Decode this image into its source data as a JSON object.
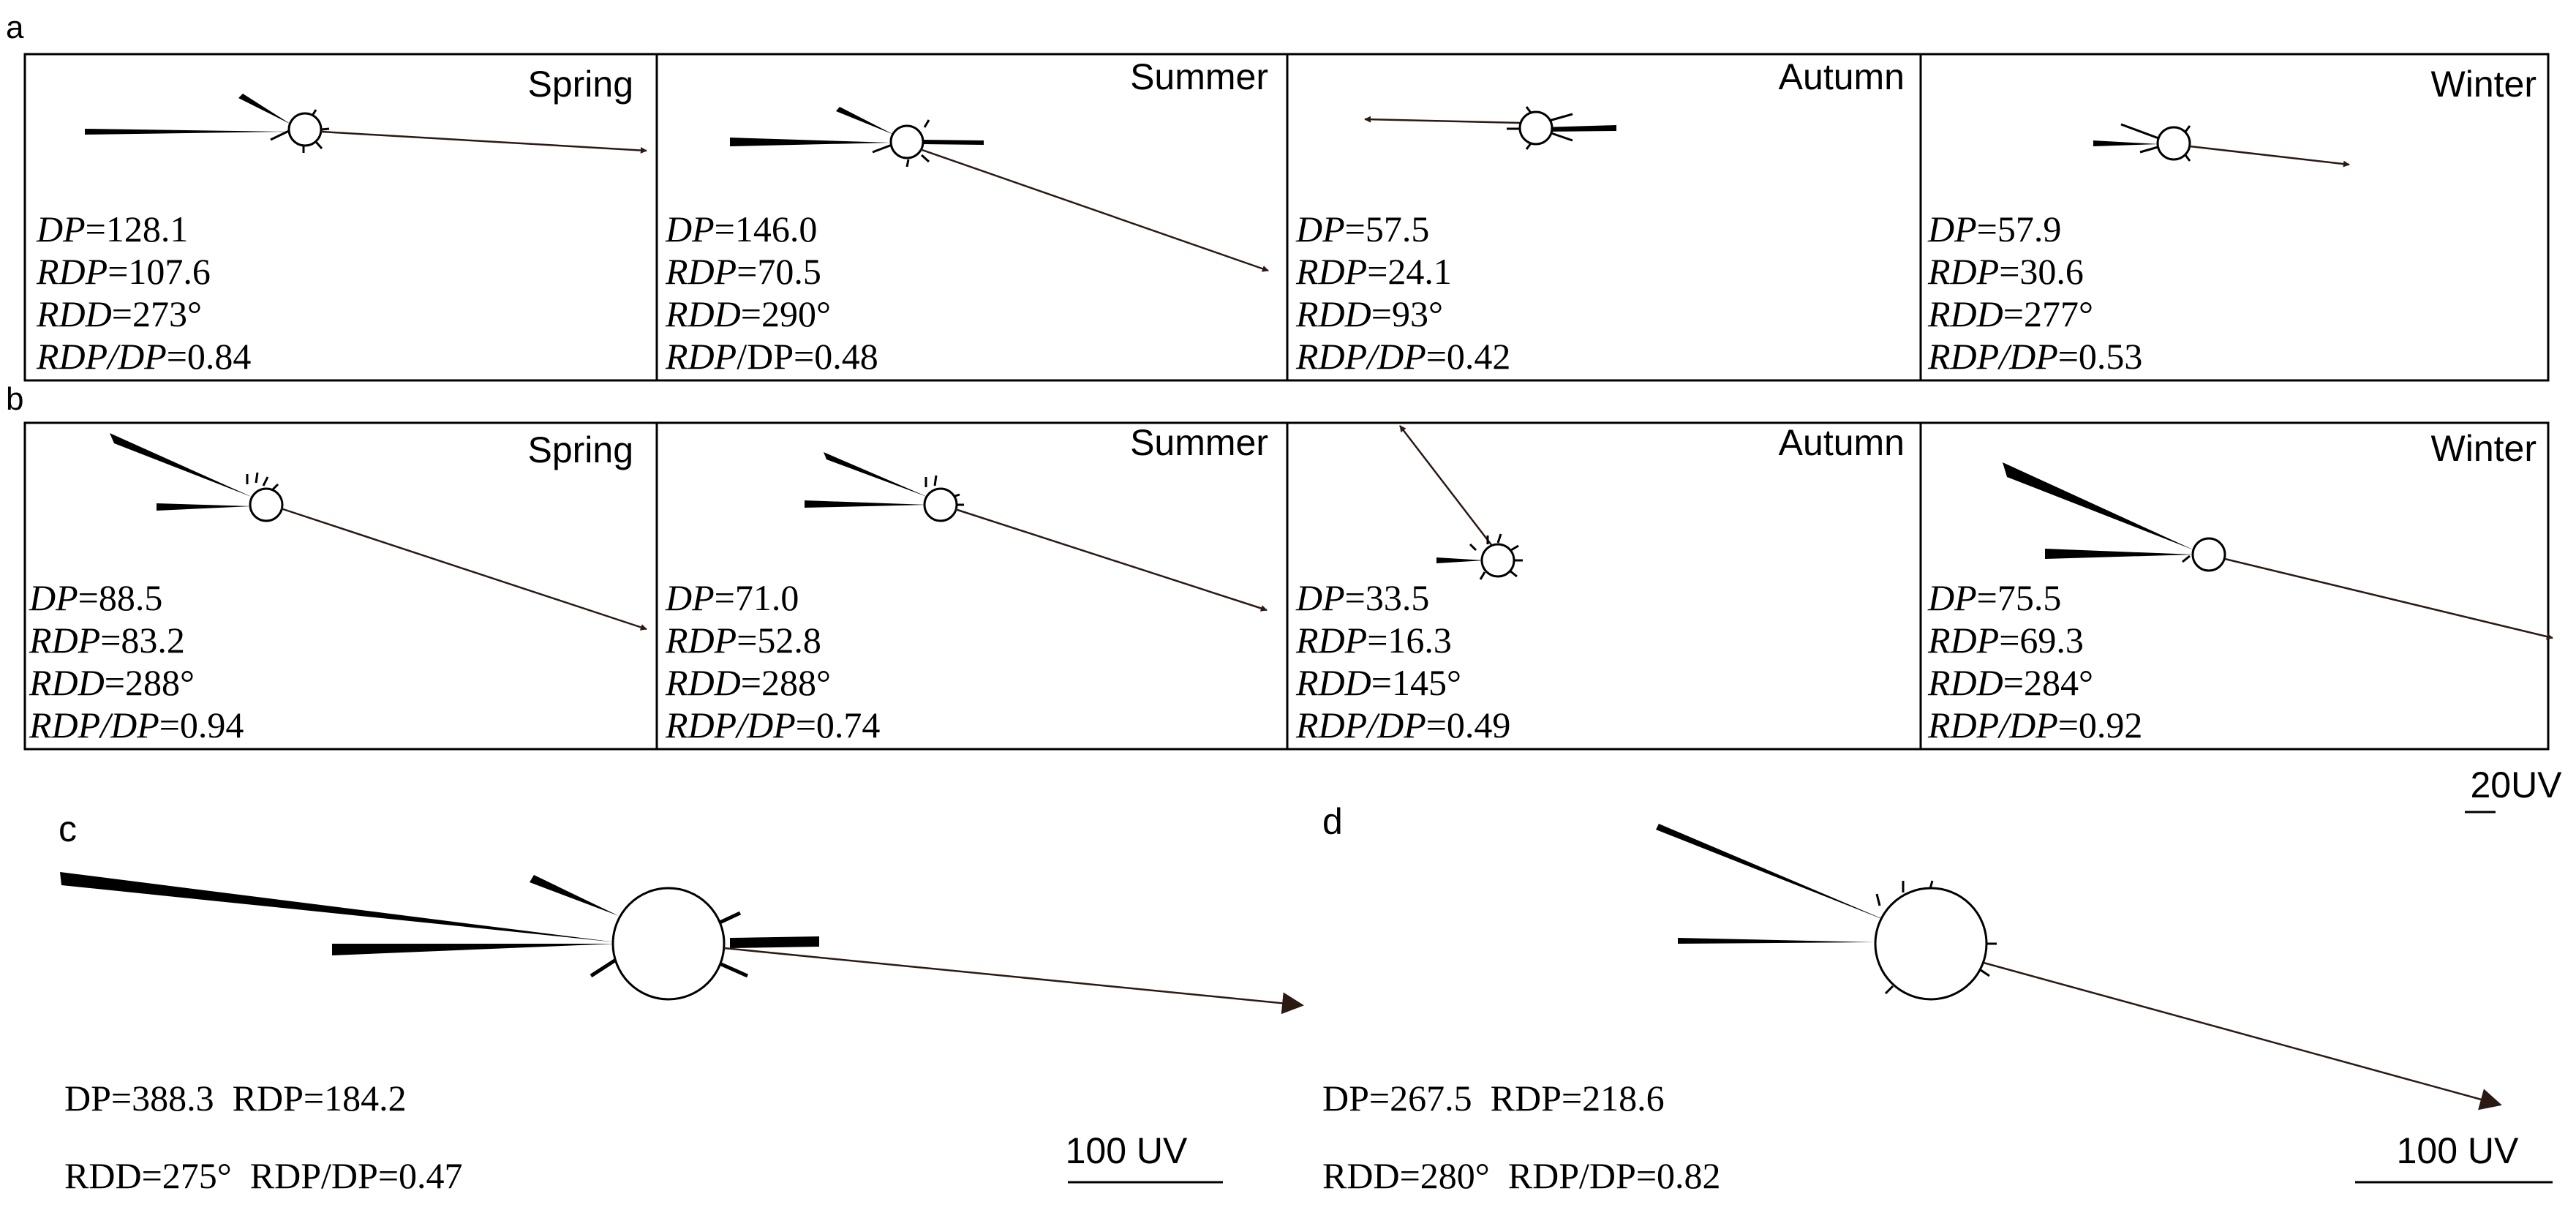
{
  "colors": {
    "ink": "#000000",
    "arrow": "#2b1a14",
    "background": "#ffffff"
  },
  "rows": [
    {
      "id": "a",
      "label": "a",
      "panels": [
        {
          "season": "Spring",
          "lines": [
            {
              "k": "DP",
              "v": "=128.1",
              "italic": "DP",
              "plain": ""
            },
            {
              "k": "RDP",
              "v": "=107.6",
              "italic": "RDP",
              "plain": ""
            },
            {
              "k": "RDD",
              "v": "=273°",
              "italic": "RDD",
              "plain": ""
            },
            {
              "k": "RDP/DP",
              "v": "=0.84",
              "italic": "RDP/DP",
              "plain": ""
            }
          ],
          "rdd": 273
        },
        {
          "season": "Summer",
          "lines": [
            {
              "k": "DP",
              "v": "=146.0",
              "italic": "DP",
              "plain": ""
            },
            {
              "k": "RDP",
              "v": "=70.5",
              "italic": "RDP",
              "plain": ""
            },
            {
              "k": "RDD",
              "v": "=290°",
              "italic": "RDD",
              "plain": ""
            },
            {
              "k": "RDP/DP",
              "v": "=0.48",
              "italic": "RDP",
              "plain": "/DP"
            }
          ],
          "rdd": 290
        },
        {
          "season": "Autumn",
          "lines": [
            {
              "k": "DP",
              "v": "=57.5",
              "italic": "DP",
              "plain": ""
            },
            {
              "k": "RDP",
              "v": "=24.1",
              "italic": "RDP",
              "plain": ""
            },
            {
              "k": "RDD",
              "v": "=93°",
              "italic": "RDD",
              "plain": ""
            },
            {
              "k": "RDP/DP",
              "v": "=0.42",
              "italic": "RDP/DP",
              "plain": ""
            }
          ],
          "rdd": 93
        },
        {
          "season": "Winter",
          "lines": [
            {
              "k": "DP",
              "v": "=57.9",
              "italic": "DP",
              "plain": ""
            },
            {
              "k": "RDP",
              "v": "=30.6",
              "italic": "RDP",
              "plain": ""
            },
            {
              "k": "RDD",
              "v": "=277°",
              "italic": "RDD",
              "plain": ""
            },
            {
              "k": "RDP/DP",
              "v": "=0.53",
              "italic": "RDP/DP",
              "plain": ""
            }
          ],
          "rdd": 277
        }
      ]
    },
    {
      "id": "b",
      "label": "b",
      "panels": [
        {
          "season": "Spring",
          "lines": [
            {
              "k": "DP",
              "v": "=88.5",
              "italic": "DP",
              "plain": ""
            },
            {
              "k": "RDP",
              "v": "=83.2",
              "italic": "RDP",
              "plain": ""
            },
            {
              "k": "RDD",
              "v": "=288°",
              "italic": "RDD",
              "plain": ""
            },
            {
              "k": "RDP/DP",
              "v": "=0.94",
              "italic": "RDP/DP",
              "plain": ""
            }
          ],
          "rdd": 288
        },
        {
          "season": "Summer",
          "lines": [
            {
              "k": "DP",
              "v": "=71.0",
              "italic": "DP",
              "plain": ""
            },
            {
              "k": "RDP",
              "v": "=52.8",
              "italic": "RDP",
              "plain": ""
            },
            {
              "k": "RDD",
              "v": "=288°",
              "italic": "RDD",
              "plain": ""
            },
            {
              "k": "RDP/DP",
              "v": "=0.74",
              "italic": "RDP/DP",
              "plain": ""
            }
          ],
          "rdd": 288
        },
        {
          "season": "Autumn",
          "lines": [
            {
              "k": "DP",
              "v": "=33.5",
              "italic": "DP",
              "plain": ""
            },
            {
              "k": "RDP",
              "v": "=16.3",
              "italic": "RDP",
              "plain": ""
            },
            {
              "k": "RDD",
              "v": "=145°",
              "italic": "RDD",
              "plain": ""
            },
            {
              "k": "RDP/DP",
              "v": "=0.49",
              "italic": "RDP/DP",
              "plain": ""
            }
          ],
          "rdd": 145
        },
        {
          "season": "Winter",
          "lines": [
            {
              "k": "DP",
              "v": "=75.5",
              "italic": "DP",
              "plain": ""
            },
            {
              "k": "RDP",
              "v": "=69.3",
              "italic": "RDP",
              "plain": ""
            },
            {
              "k": "RDD",
              "v": "=284°",
              "italic": "RDD",
              "plain": ""
            },
            {
              "k": "RDP/DP",
              "v": "=0.92",
              "italic": "RDP/DP",
              "plain": ""
            }
          ],
          "rdd": 284
        }
      ]
    }
  ],
  "scale_small": "20UV",
  "panel_c": {
    "label": "c",
    "line1": "DP=388.3  RDP=184.2",
    "line2": "RDD=275°  RDP/DP=0.47",
    "scale": "100 UV",
    "rdd": 275
  },
  "panel_d": {
    "label": "d",
    "line1": "DP=267.5  RDP=218.6",
    "line2": "RDD=280°  RDP/DP=0.82",
    "scale": "100 UV",
    "rdd": 280
  }
}
